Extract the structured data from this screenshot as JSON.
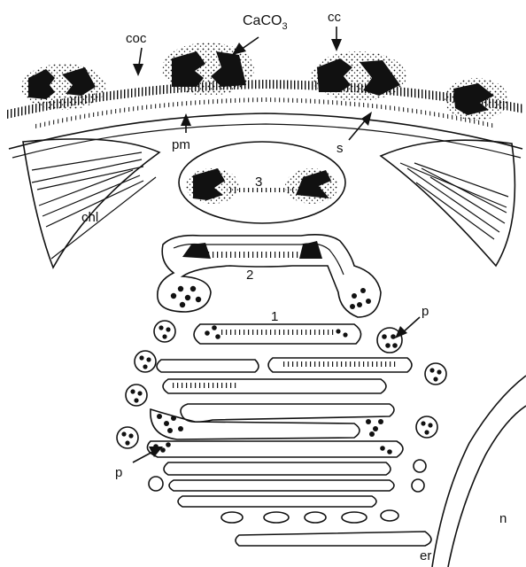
{
  "diagram": {
    "labels": {
      "coc": "coc",
      "caco3": "CaCO",
      "caco3_sub": "3",
      "cc": "cc",
      "pm": "pm",
      "s": "s",
      "chl": "chl",
      "stage3": "3",
      "stage2": "2",
      "stage1": "1",
      "p_right": "p",
      "p_left": "p",
      "er": "er",
      "n": "n"
    }
  }
}
